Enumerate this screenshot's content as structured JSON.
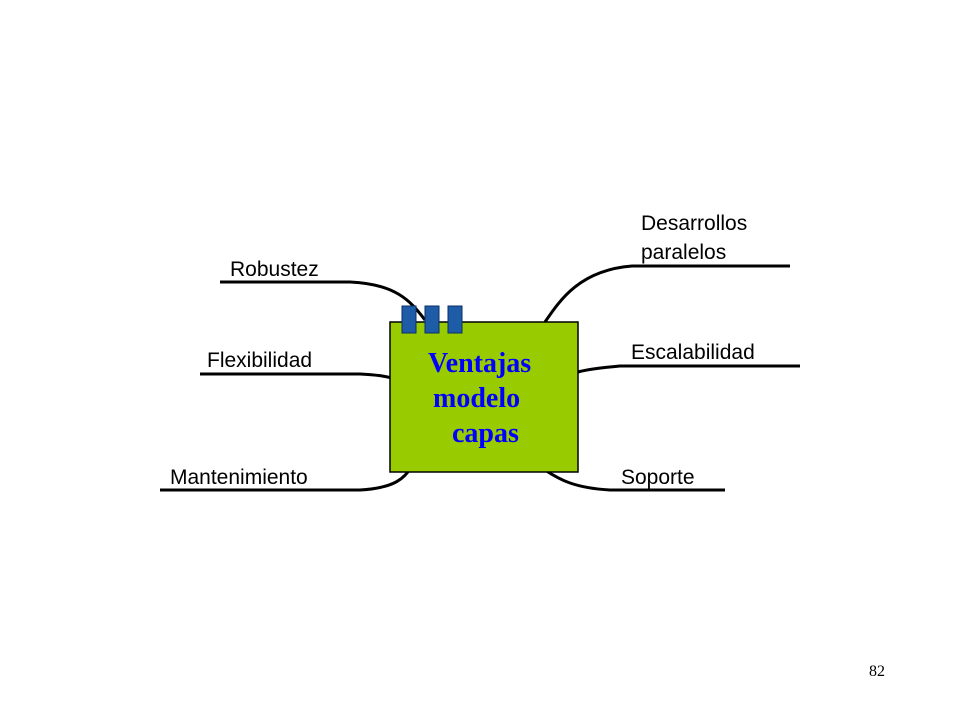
{
  "diagram": {
    "center": {
      "lines": [
        "Ventajas",
        "modelo",
        "capas"
      ]
    },
    "branches": {
      "robustez": "Robustez",
      "flexibilidad": "Flexibilidad",
      "mantenimiento": "Mantenimiento",
      "desarrollos": [
        "Desarrollos",
        "paralelos"
      ],
      "escalabilidad": "Escalabilidad",
      "soporte": "Soporte"
    }
  },
  "page_number": "82",
  "colors": {
    "center_fill": "#99CC00",
    "center_text": "#0000FF",
    "clip_fill": "#1F5CA8",
    "line": "#000000"
  }
}
